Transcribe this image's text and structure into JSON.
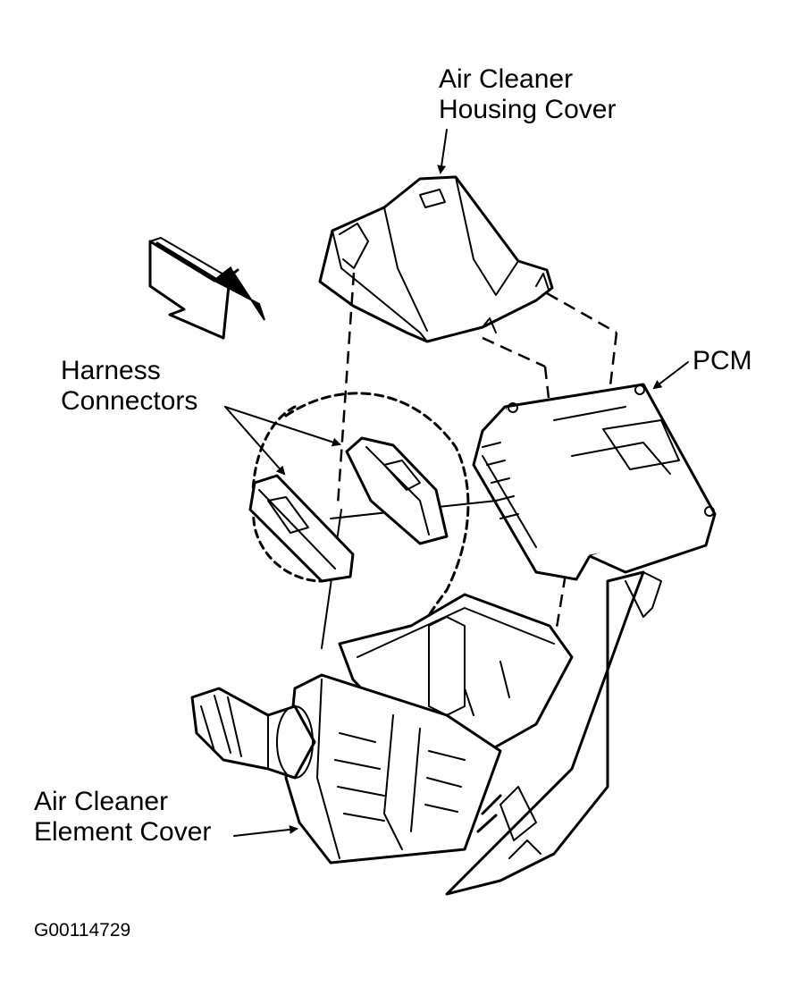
{
  "labels": {
    "housing_cover_line1": "Air Cleaner",
    "housing_cover_line2": "Housing Cover",
    "pcm": "PCM",
    "harness_line1": "Harness",
    "harness_line2": "Connectors",
    "element_cover_line1": "Air Cleaner",
    "element_cover_line2": "Element Cover"
  },
  "figure_id": "G00114729"
}
